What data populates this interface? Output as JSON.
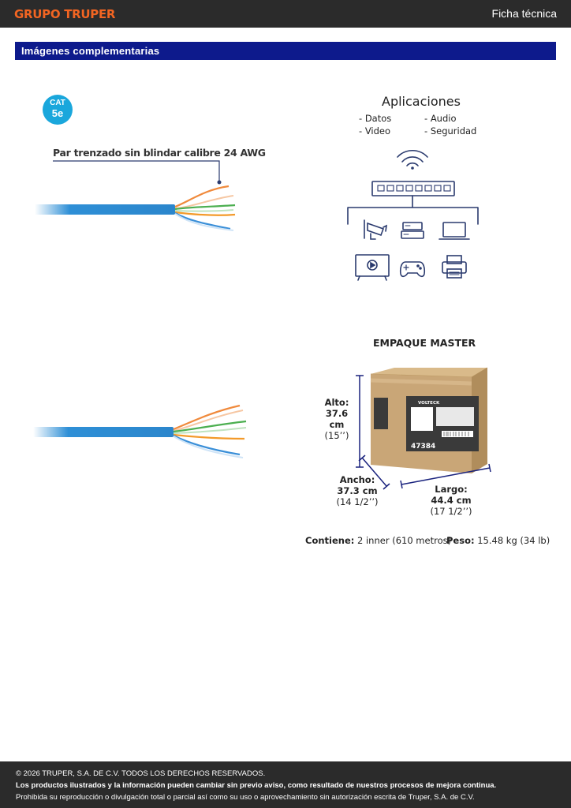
{
  "header": {
    "brand": "GRUPO TRUPER",
    "doc_type": "Ficha técnica"
  },
  "section": {
    "title": "Imágenes complementarias"
  },
  "cable": {
    "cat_top": "CAT",
    "cat_bottom": "5e",
    "caption": "Par trenzado sin blindar calibre 24 AWG"
  },
  "applications": {
    "title": "Aplicaciones",
    "items": [
      "Datos",
      "Audio",
      "Video",
      "Seguridad"
    ],
    "icons": [
      "wifi-icon",
      "switch-icon",
      "camera-icon",
      "router-icon",
      "laptop-icon",
      "tv-icon",
      "gamepad-icon",
      "printer-icon"
    ]
  },
  "package": {
    "title": "EMPAQUE MASTER",
    "box_brand": "VOLTECK",
    "box_code": "47384",
    "alto": {
      "label": "Alto:",
      "metric": "37.6 cm",
      "imperial": "(15’’)"
    },
    "ancho": {
      "label": "Ancho:",
      "metric": "37.3 cm",
      "imperial": "(14 1/2’’)"
    },
    "largo": {
      "label": "Largo:",
      "metric": "44.4 cm",
      "imperial": "(17 1/2’’)"
    },
    "contiene": {
      "label": "Contiene:",
      "value": "2 inner (610 metros)"
    },
    "peso": {
      "label": "Peso:",
      "value": "15.48 kg (34 lb)"
    }
  },
  "colors": {
    "accent_orange": "#f26522",
    "section_blue": "#0d1a8c",
    "cable_blue": "#2e8fd6",
    "icon_navy": "#2a3a6e",
    "bar_dark": "#2b2b2b"
  },
  "footer": {
    "line1": "© 2026 TRUPER, S.A. DE C.V. TODOS LOS DERECHOS RESERVADOS.",
    "line2": "Los productos ilustrados y la información pueden cambiar sin previo aviso, como resultado de nuestros procesos de mejora continua.",
    "line3": "Prohibida su reproducción o divulgación total o parcial así como su uso o aprovechamiento sin autorización escrita de Truper, S.A. de C.V."
  }
}
